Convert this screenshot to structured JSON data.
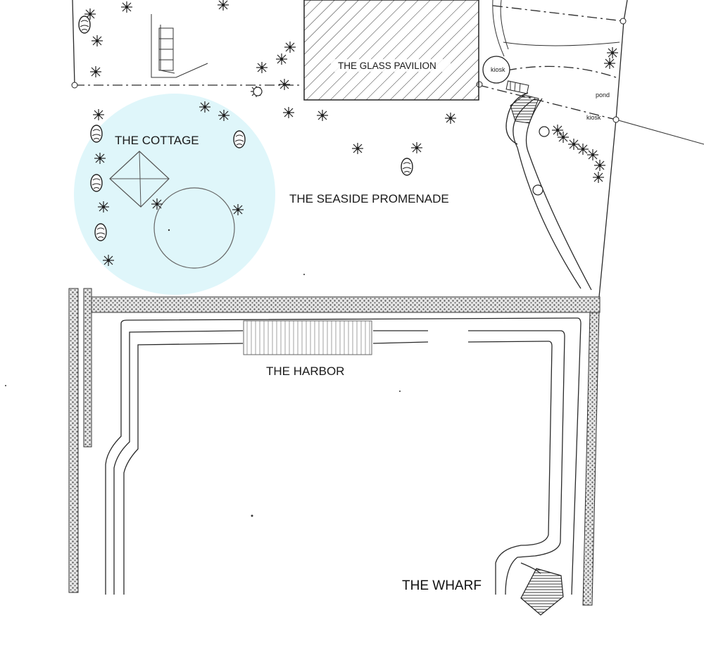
{
  "map": {
    "labels": {
      "cottage": "THE COTTAGE",
      "glass_pavilion": "THE GLASS PAVILION",
      "seaside_promenade": "THE SEASIDE PROMENADE",
      "harbor": "THE HARBOR",
      "wharf": "THE WHARF",
      "kiosk_top": "kiosk",
      "kiosk_right": "kiosk",
      "pond": "pond"
    },
    "colors": {
      "highlight_circle": "#dff6fa",
      "ink": "#2a2a2a",
      "hedge": "#555555",
      "hatch": "#333333"
    }
  }
}
